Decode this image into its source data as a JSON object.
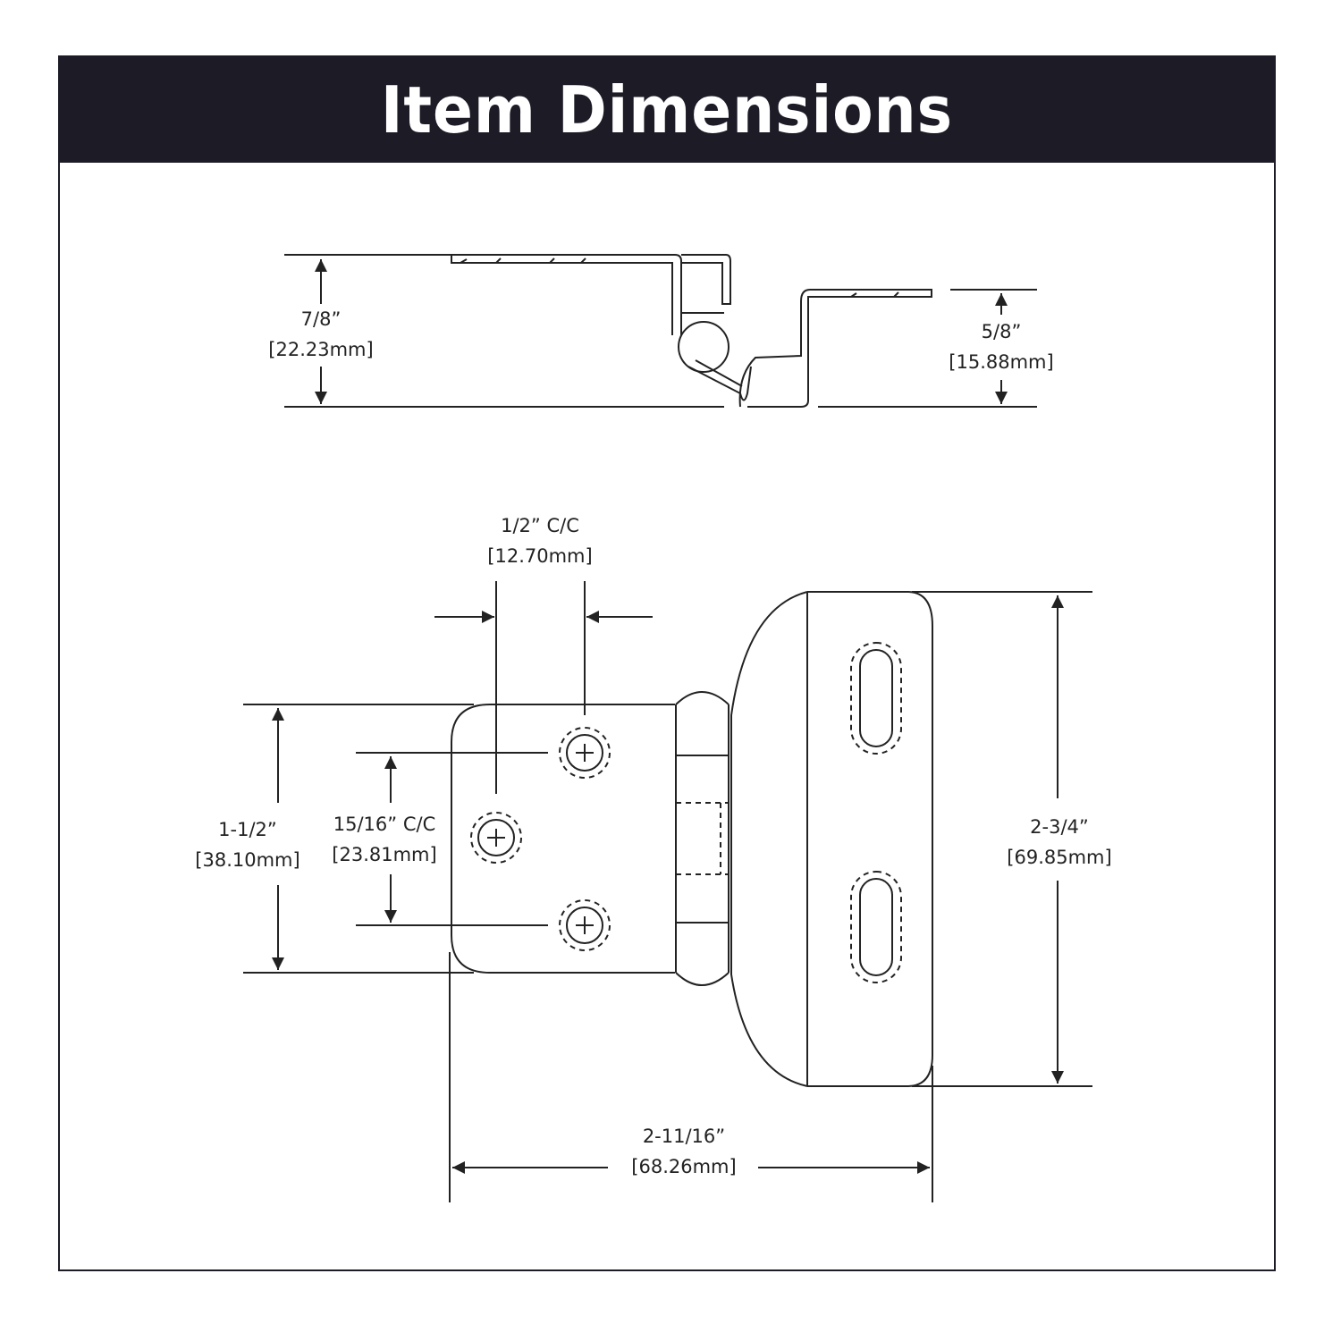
{
  "header": {
    "title": "Item Dimensions",
    "background": "#1c1b26",
    "text_color": "#ffffff"
  },
  "side_view": {
    "overall_height": {
      "imperial": "7/8”",
      "metric": "[22.23mm]"
    },
    "offset_height": {
      "imperial": "5/8”",
      "metric": "[15.88mm]"
    }
  },
  "top_view": {
    "hole_horizontal_cc": {
      "imperial": "1/2” C/C",
      "metric": "[12.70mm]"
    },
    "leaf_height": {
      "imperial": "1-1/2”",
      "metric": "[38.10mm]"
    },
    "hole_vertical_cc": {
      "imperial": "15/16” C/C",
      "metric": "[23.81mm]"
    },
    "plate_height": {
      "imperial": "2-3/4”",
      "metric": "[69.85mm]"
    },
    "overall_width": {
      "imperial": "2-11/16”",
      "metric": "[68.26mm]"
    }
  },
  "colors": {
    "line": "#222222",
    "border": "#1c1b26"
  }
}
